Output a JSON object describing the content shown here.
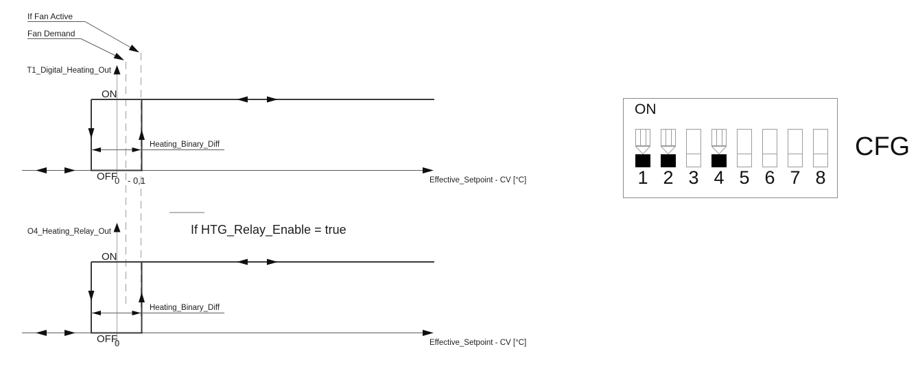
{
  "diagram": {
    "leaders": {
      "if_fan_active": "If Fan Active",
      "fan_demand": "Fan Demand"
    },
    "note": "If HTG_Relay_Enable = true",
    "charts": [
      {
        "y_axis_label": "T1_Digital_Heating_Out",
        "x_axis_label": "Effective_Setpoint - CV [°C]",
        "on_label": "ON",
        "off_label": "OFF",
        "tick_zero": "0",
        "tick_minus_diff": "- 0,1",
        "diff_label": "Heating_Binary_Diff"
      },
      {
        "y_axis_label": "O4_Heating_Relay_Out",
        "x_axis_label": "Effective_Setpoint - CV [°C]",
        "on_label": "ON",
        "off_label": "OFF",
        "tick_zero": "0",
        "diff_label": "Heating_Binary_Diff"
      }
    ]
  },
  "dip_switch": {
    "on_label": "ON",
    "cfg_label": "CFG",
    "switches": [
      {
        "number": "1",
        "state": "down"
      },
      {
        "number": "2",
        "state": "down"
      },
      {
        "number": "3",
        "state": "up"
      },
      {
        "number": "4",
        "state": "down"
      },
      {
        "number": "5",
        "state": "up"
      },
      {
        "number": "6",
        "state": "up"
      },
      {
        "number": "7",
        "state": "up"
      },
      {
        "number": "8",
        "state": "up"
      }
    ]
  }
}
